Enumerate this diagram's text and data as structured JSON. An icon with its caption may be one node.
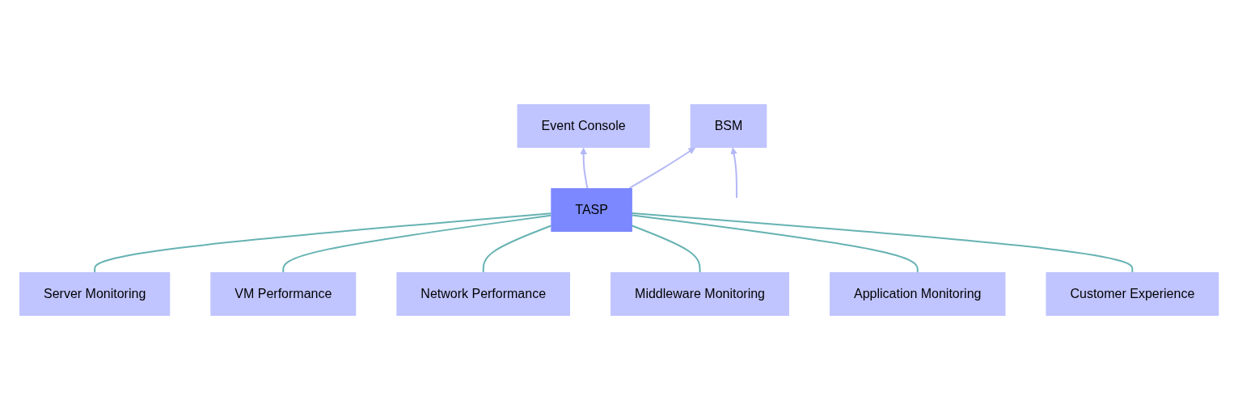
{
  "diagram": {
    "nodes": [
      {
        "text": [
          "Event Console"
        ]
      },
      {
        "text": [
          "BSM"
        ]
      },
      {
        "text": [
          "TASP"
        ]
      },
      {
        "text": [
          "Server Monitoring"
        ]
      },
      {
        "text": [
          "VM Performance"
        ]
      },
      {
        "text": [
          "Network Performance"
        ]
      },
      {
        "text": [
          "Middleware Monitoring"
        ]
      },
      {
        "text": [
          "Application Monitoring"
        ]
      },
      {
        "text": [
          "Customer Experience"
        ]
      }
    ],
    "edges": [
      {
        "from": 2,
        "to": 0,
        "arrow": "to",
        "color": "#b3b8f5"
      },
      {
        "from": 2,
        "to": 1,
        "arrow": "to",
        "color": "#b3b8f5"
      },
      {
        "from": null,
        "to": 1,
        "arrow": "to",
        "color": "#b3b8f5"
      },
      {
        "from": 2,
        "to": 3,
        "arrow": "none"
      },
      {
        "from": 2,
        "to": 4,
        "arrow": "none"
      },
      {
        "from": 2,
        "to": 5,
        "arrow": "none"
      },
      {
        "from": 2,
        "to": 6,
        "arrow": "none"
      },
      {
        "from": 2,
        "to": 7,
        "arrow": "none"
      },
      {
        "from": 2,
        "to": 8,
        "arrow": "none"
      }
    ]
  }
}
